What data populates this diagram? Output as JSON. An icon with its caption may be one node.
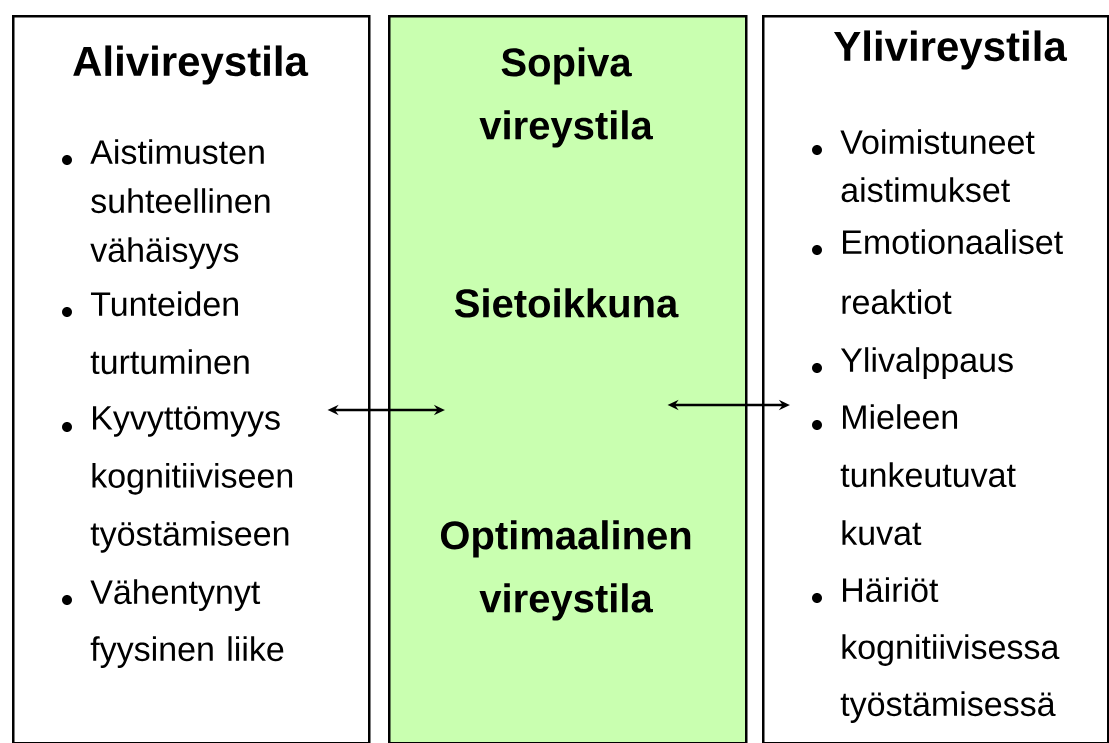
{
  "diagram": {
    "nodes": [
      {
        "text": [
          "Alivireystila",
          "Aistimusten suhteellinen vähäisyys",
          "Tunteiden turtuminen",
          "Kyvyttömyys kognitiiviseen työstämiseen",
          "Vähentynyt fyysinen liike"
        ]
      },
      {
        "text": [
          "Sopiva vireystila",
          "Sietoikkuna",
          "Optimaalinen vireystila"
        ]
      },
      {
        "text": [
          "Ylivireystila",
          "Voimistuneet aistimukset",
          "Emotionaaliset reaktiot",
          "Ylivalppaus",
          "Mieleen tunkeutuvat kuvat",
          "Häiriöt kognitiivisessa työstämisessä"
        ]
      }
    ],
    "edges": [
      {
        "from": 0,
        "to": 1,
        "arrow": "both"
      },
      {
        "from": 1,
        "to": 2,
        "arrow": "both"
      }
    ]
  }
}
